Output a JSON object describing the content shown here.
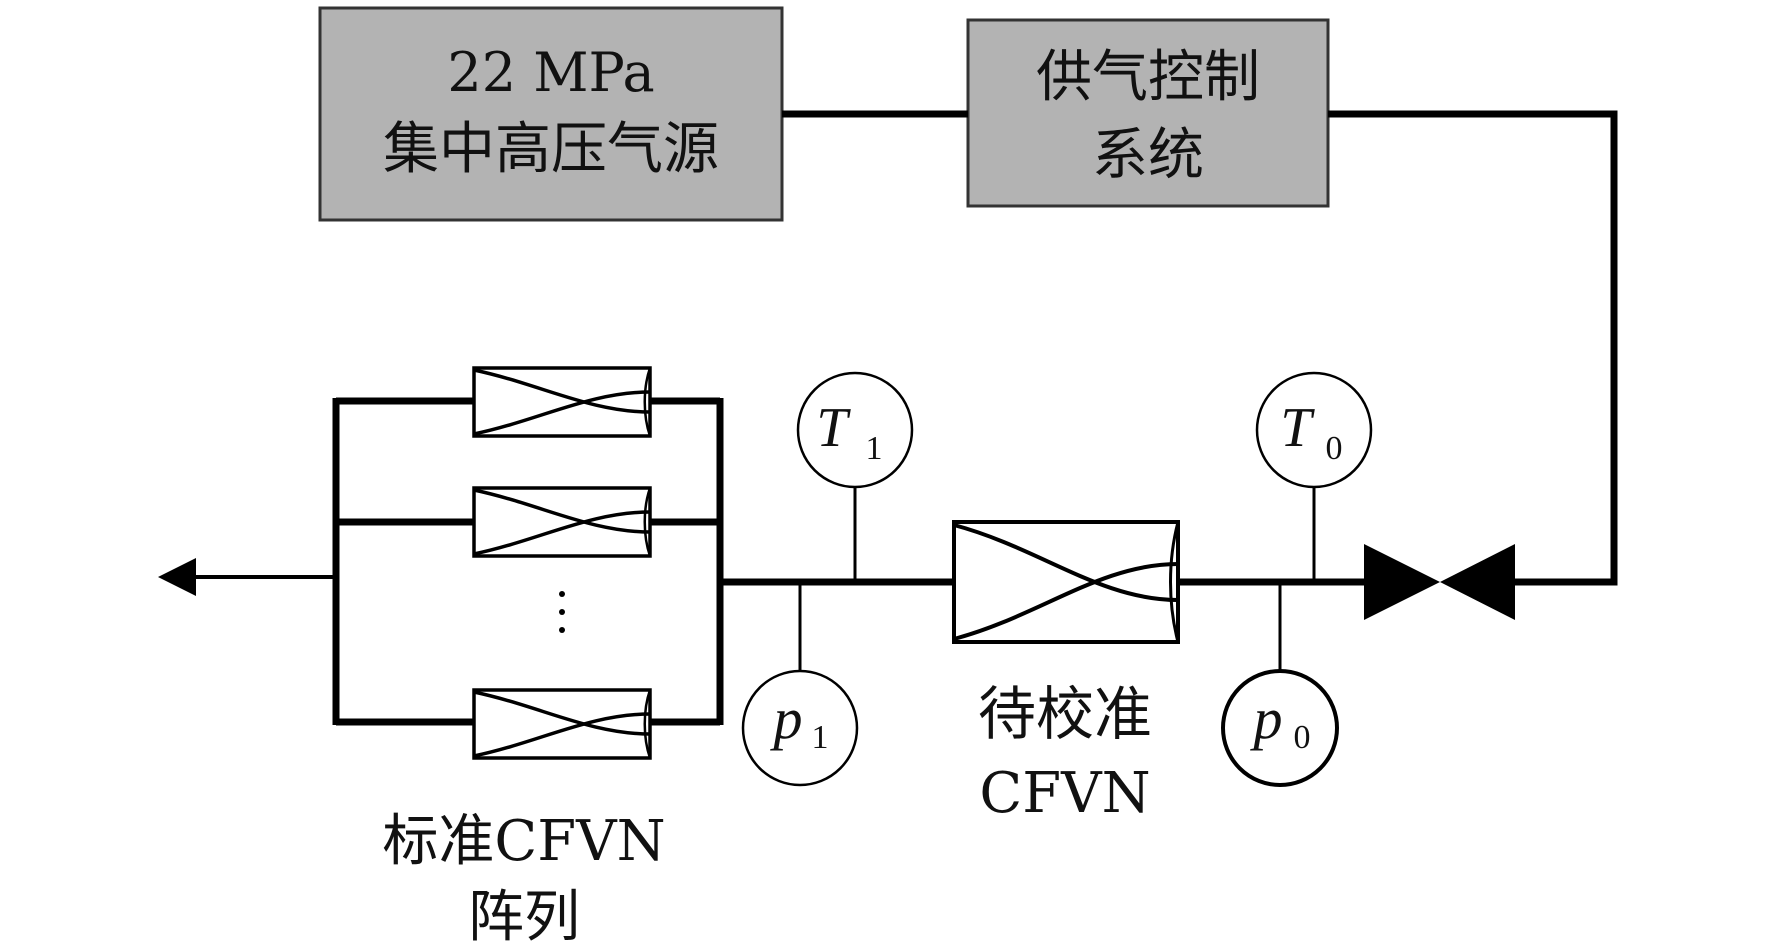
{
  "boxes": {
    "source_line1": "22 MPa",
    "source_line2": "集中高压气源",
    "control_line1": "供气控制",
    "control_line2": "系统"
  },
  "gauges": {
    "t1": {
      "main": "T",
      "sub": "1"
    },
    "t0": {
      "main": "T",
      "sub": "0"
    },
    "p1": {
      "main": "p",
      "sub": "1"
    },
    "p0": {
      "main": "p",
      "sub": "0"
    }
  },
  "labels": {
    "dut_line1": "待校准",
    "dut_line2": "CFVN",
    "array_line1": "标准CFVN",
    "array_line2": "阵列"
  },
  "colors": {
    "box_fill": "#b3b3b3",
    "line": "#000000"
  }
}
